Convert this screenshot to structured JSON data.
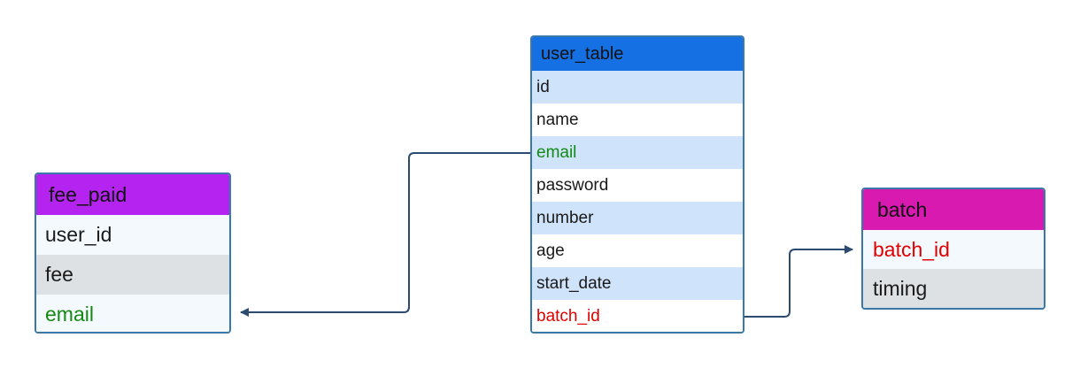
{
  "colors": {
    "border": "#3a78a8",
    "connector": "#2b4b70",
    "key_text": "#e00000",
    "email_text": "#138a13",
    "plain_text": "#1a1a1a",
    "row_light_blue": "#cfe3fb",
    "row_white": "#ffffff",
    "row_pale": "#f4f9fd",
    "row_gray": "#dde1e4"
  },
  "entities": {
    "user_table": {
      "title": "user_table",
      "header_color": "#1570e3",
      "fields": [
        {
          "name": "id",
          "text_color": "#1a1a1a",
          "bg": "#cfe3fb"
        },
        {
          "name": "name",
          "text_color": "#1a1a1a",
          "bg": "#ffffff"
        },
        {
          "name": "email",
          "text_color": "#138a13",
          "bg": "#cfe3fb"
        },
        {
          "name": "password",
          "text_color": "#1a1a1a",
          "bg": "#ffffff"
        },
        {
          "name": "number",
          "text_color": "#1a1a1a",
          "bg": "#cfe3fb"
        },
        {
          "name": "age",
          "text_color": "#1a1a1a",
          "bg": "#ffffff"
        },
        {
          "name": "start_date",
          "text_color": "#1a1a1a",
          "bg": "#cfe3fb"
        },
        {
          "name": "batch_id",
          "text_color": "#e00000",
          "bg": "#ffffff"
        }
      ]
    },
    "fee_paid": {
      "title": "fee_paid",
      "header_color": "#b523f0",
      "fields": [
        {
          "name": "user_id",
          "text_color": "#1a1a1a",
          "bg": "#f4f9fd"
        },
        {
          "name": "fee",
          "text_color": "#1a1a1a",
          "bg": "#dde1e4"
        },
        {
          "name": "email",
          "text_color": "#138a13",
          "bg": "#f4f9fd"
        }
      ]
    },
    "batch": {
      "title": "batch",
      "header_color": "#d91ab1",
      "fields": [
        {
          "name": "batch_id",
          "text_color": "#e00000",
          "bg": "#f4f9fd"
        },
        {
          "name": "timing",
          "text_color": "#1a1a1a",
          "bg": "#dde1e4"
        }
      ]
    }
  },
  "relationships": [
    {
      "from": "user_table.email",
      "to": "fee_paid.email"
    },
    {
      "from": "user_table.batch_id",
      "to": "batch.batch_id"
    }
  ]
}
